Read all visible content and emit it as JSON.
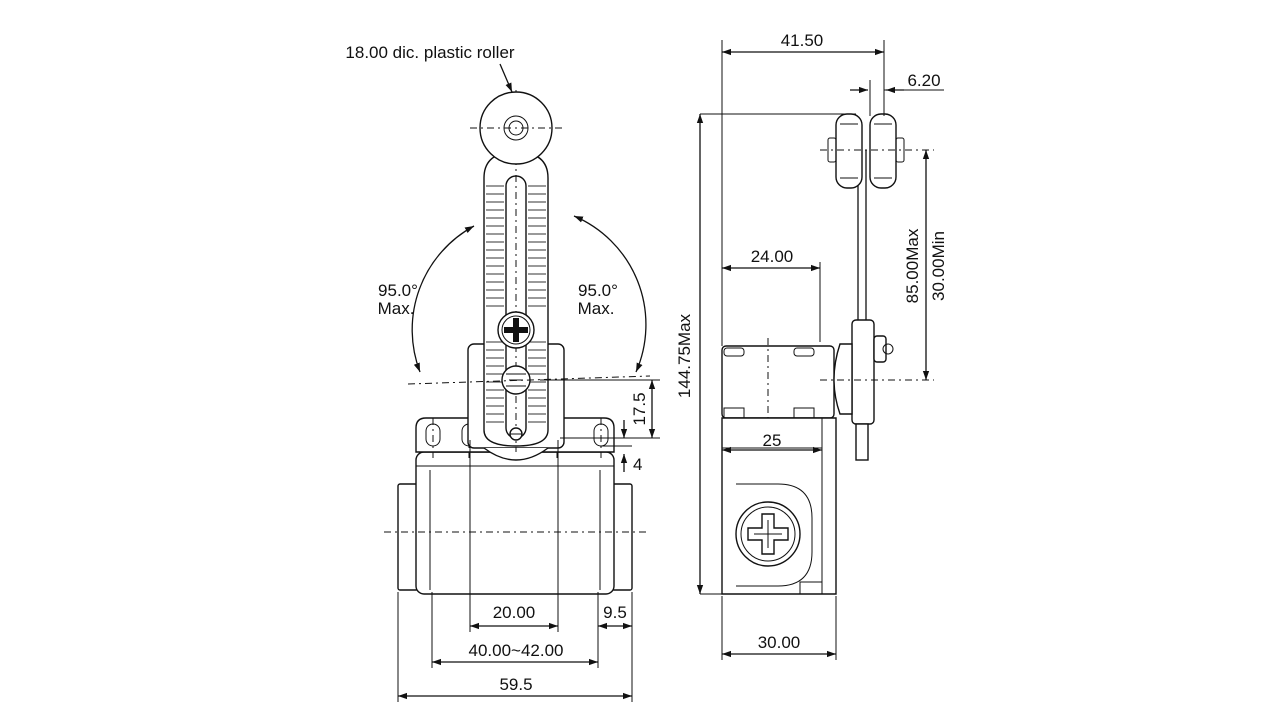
{
  "front_view": {
    "roller_note": "18.00 dic. plastic roller",
    "angle_left_value": "95.0°",
    "angle_left_suffix": "Max.",
    "angle_right_value": "95.0°",
    "angle_right_suffix": "Max.",
    "dim_17_5": "17.5",
    "dim_4": "4",
    "dim_20": "20.00",
    "dim_9_5": "9.5",
    "dim_40_42": "40.00~42.00",
    "dim_59_5": "59.5"
  },
  "side_view": {
    "dim_41_5": "41.50",
    "dim_6_2": "6.20",
    "dim_144_75": "144.75Max",
    "dim_24": "24.00",
    "dim_85": "85.00Max",
    "dim_30_min": "30.00Min",
    "dim_25": "25",
    "dim_30": "30.00"
  }
}
